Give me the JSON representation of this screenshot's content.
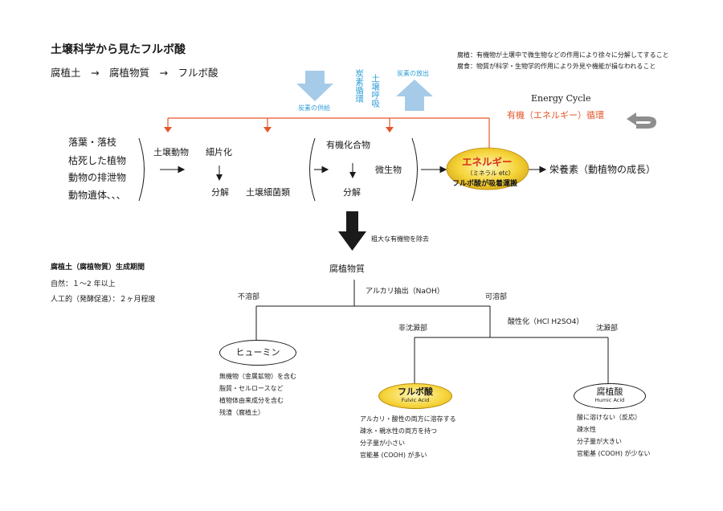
{
  "header": {
    "title": "土壌科学から見たフルボ酸",
    "flow": "腐植土　→　腐植物質　→　フルボ酸"
  },
  "notes": {
    "humification": "腐植：有機物が土壌中で微生物などの作用により徐々に分解してすること",
    "decay": "腐食：物質が科学・生物学的作用により外見や機能が損なわれること"
  },
  "carbon": {
    "supply": "炭素の供給",
    "cycle": "炭素循環",
    "respiration": "土壌呼吸",
    "release": "炭素の放出"
  },
  "cycle": {
    "english": "Energy Cycle",
    "japanese": "有機（エネルギー）循環"
  },
  "inputs": [
    "落葉・落枝",
    "枯死した植物",
    "動物の排泄物",
    "動物遺体､､､"
  ],
  "stage1": {
    "animals": "土壌動物",
    "fragment": "細片化",
    "decompose": "分解",
    "bacteria": "土壌細菌類"
  },
  "stage2": {
    "organic": "有機化合物",
    "microbe": "微生物",
    "decompose": "分解"
  },
  "energy": {
    "title": "エネルギー",
    "minerals": "（ミネラル etc）",
    "transport": "フルボ酸が吸着運搬"
  },
  "nutrients": "栄養素（動植物の成長）",
  "remove_coarse": "粗大な有機物を除去",
  "period": {
    "title": "腐植土（腐植物質）生成期間",
    "natural": "自然：１〜2 年以上",
    "artificial": "人工的（発酵促進）：２ヶ月程度"
  },
  "humic_substance": "腐植物質",
  "alkali": "アルカリ抽出（NaOH）",
  "insoluble": "不溶部",
  "soluble": "可溶部",
  "acidify": "酸性化（HCl H2SO4）",
  "non_precip": "非沈澱部",
  "precip": "沈澱部",
  "humin": {
    "name": "ヒューミン",
    "props": [
      "無機物（金属鉱物）を含む",
      "脂質・セルロースなど",
      "植物体由来成分を含む",
      "残渣（腐植土）"
    ]
  },
  "fulvic": {
    "name": "フルボ酸",
    "en": "Fulvic Acid",
    "props": [
      "アルカリ・酸性の両方に溶存する",
      "疎水・親水性の両方を持つ",
      "分子量が小さい",
      "官能基 (COOH) が多い"
    ]
  },
  "humic": {
    "name": "腐植酸",
    "en": "Humic Acid",
    "props": [
      "酸に溶けない（反応）",
      "疎水性",
      "分子量が大きい",
      "官能基 (COOH) が少ない"
    ]
  },
  "colors": {
    "orange": "#e3572a",
    "blue_arrow": "#a6cbe8",
    "label_blue": "#2f9ed8",
    "gold": "#f4cf2c"
  }
}
